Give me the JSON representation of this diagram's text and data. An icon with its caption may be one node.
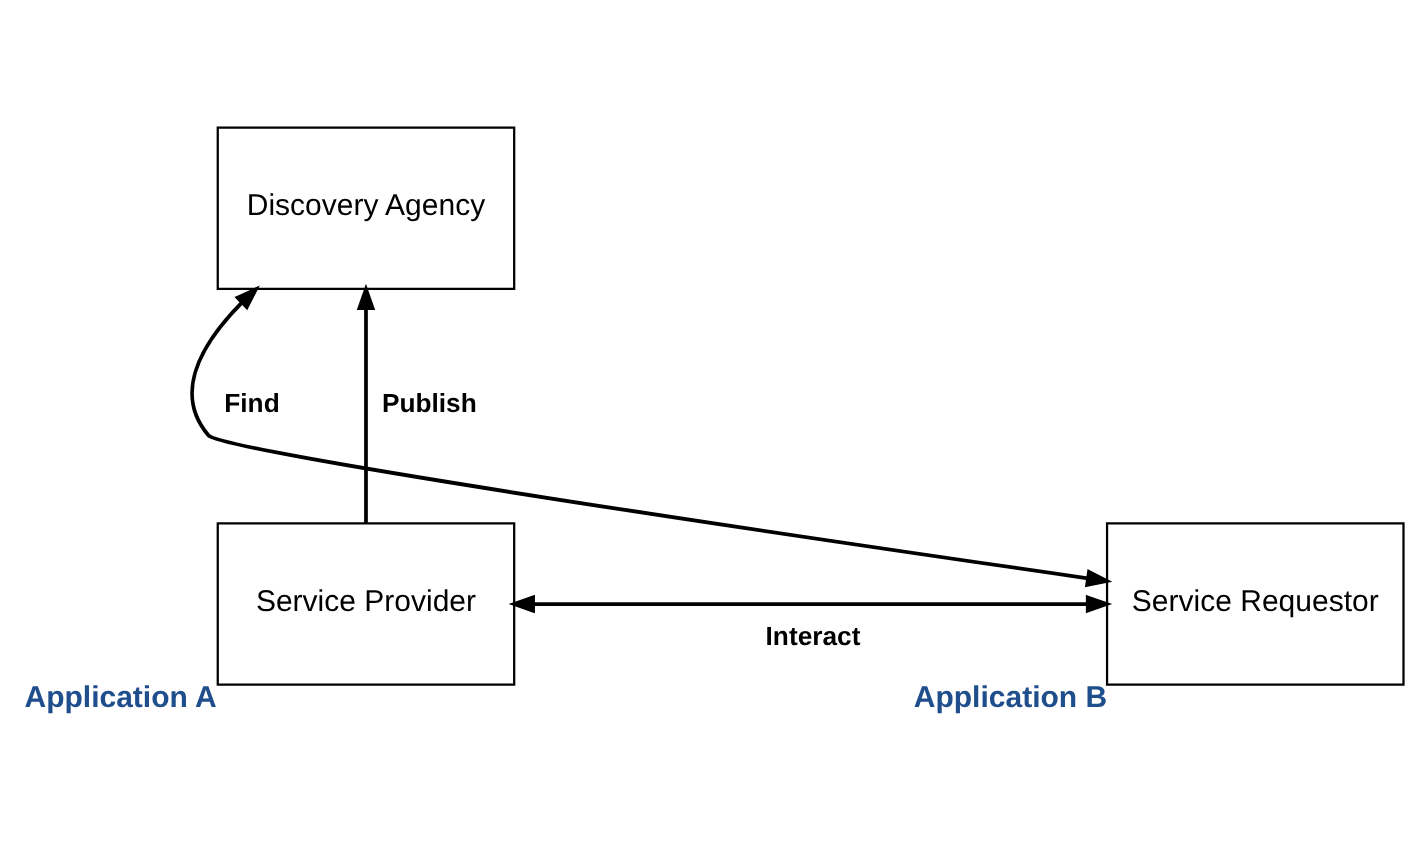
{
  "diagram": {
    "nodes": [
      {
        "text": [
          "Discovery Agency"
        ]
      },
      {
        "text": [
          "Service Provider"
        ],
        "beside": [
          "Application A"
        ]
      },
      {
        "text": [
          "Service Requestor"
        ],
        "beside": [
          "Application B"
        ]
      }
    ],
    "edges": [
      {
        "from": 1,
        "to": 0,
        "arrow": "to",
        "label": "Publish"
      },
      {
        "from": 0,
        "to": 2,
        "arrow": "both",
        "label": "Find"
      },
      {
        "from": 1,
        "to": 2,
        "arrow": "both",
        "label": "Interact"
      }
    ]
  }
}
